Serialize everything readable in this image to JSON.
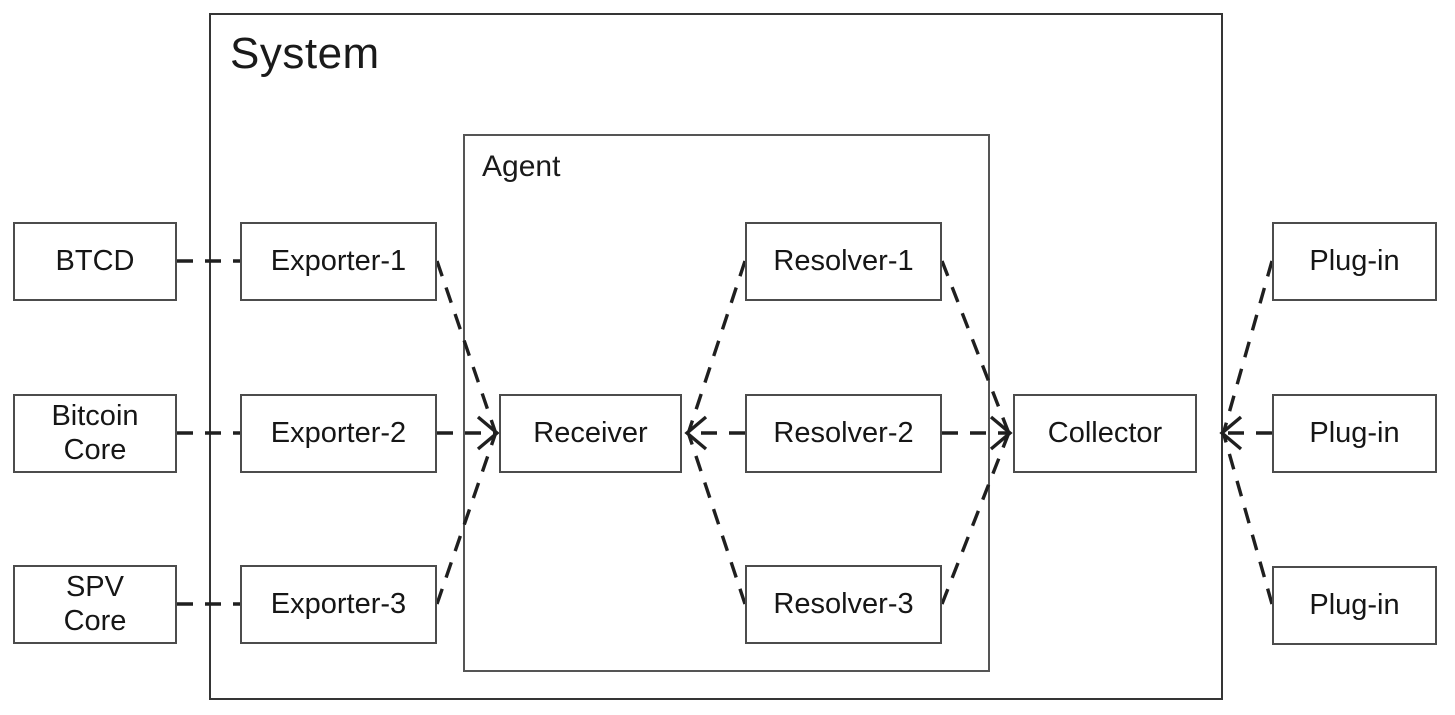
{
  "diagram": {
    "system": {
      "label": "System"
    },
    "agent": {
      "label": "Agent"
    },
    "nodes": {
      "sources": [
        {
          "id": "btcd",
          "label": "BTCD"
        },
        {
          "id": "bitcoin-core",
          "label": "Bitcoin\nCore"
        },
        {
          "id": "spv-core",
          "label": "SPV\nCore"
        }
      ],
      "exporters": [
        {
          "id": "exporter-1",
          "label": "Exporter-1"
        },
        {
          "id": "exporter-2",
          "label": "Exporter-2"
        },
        {
          "id": "exporter-3",
          "label": "Exporter-3"
        }
      ],
      "receiver": {
        "label": "Receiver"
      },
      "resolvers": [
        {
          "id": "resolver-1",
          "label": "Resolver-1"
        },
        {
          "id": "resolver-2",
          "label": "Resolver-2"
        },
        {
          "id": "resolver-3",
          "label": "Resolver-3"
        }
      ],
      "collector": {
        "label": "Collector"
      },
      "plugins": [
        {
          "id": "plugin-1",
          "label": "Plug-in"
        },
        {
          "id": "plugin-2",
          "label": "Plug-in"
        },
        {
          "id": "plugin-3",
          "label": "Plug-in"
        }
      ]
    },
    "edges": [
      {
        "from": "BTCD",
        "to": "Exporter-1",
        "style": "dashed",
        "arrow": "none"
      },
      {
        "from": "Bitcoin Core",
        "to": "Exporter-2",
        "style": "dashed",
        "arrow": "none"
      },
      {
        "from": "SPV Core",
        "to": "Exporter-3",
        "style": "dashed",
        "arrow": "none"
      },
      {
        "from": "Exporter-1",
        "to": "Receiver",
        "style": "dashed",
        "arrow": "to"
      },
      {
        "from": "Exporter-2",
        "to": "Receiver",
        "style": "dashed",
        "arrow": "to"
      },
      {
        "from": "Exporter-3",
        "to": "Receiver",
        "style": "dashed",
        "arrow": "to"
      },
      {
        "from": "Resolver-1",
        "to": "Receiver",
        "style": "dashed",
        "arrow": "to"
      },
      {
        "from": "Resolver-2",
        "to": "Receiver",
        "style": "dashed",
        "arrow": "to"
      },
      {
        "from": "Resolver-3",
        "to": "Receiver",
        "style": "dashed",
        "arrow": "to"
      },
      {
        "from": "Resolver-1",
        "to": "Collector",
        "style": "dashed",
        "arrow": "to"
      },
      {
        "from": "Resolver-2",
        "to": "Collector",
        "style": "dashed",
        "arrow": "to"
      },
      {
        "from": "Resolver-3",
        "to": "Collector",
        "style": "dashed",
        "arrow": "to"
      },
      {
        "from": "Plug-in-1",
        "to": "Collector",
        "style": "dashed",
        "arrow": "to"
      },
      {
        "from": "Plug-in-2",
        "to": "Collector",
        "style": "dashed",
        "arrow": "to"
      },
      {
        "from": "Plug-in-3",
        "to": "Collector",
        "style": "dashed",
        "arrow": "to"
      }
    ],
    "colors": {
      "background": "#ffffff",
      "line": "#1f1f1f",
      "box_border": "#4c4c4c",
      "container_border": "#353535",
      "text": "#161616"
    }
  }
}
